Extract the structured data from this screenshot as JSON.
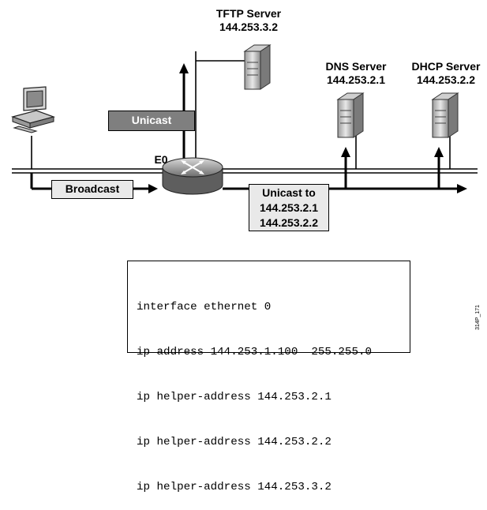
{
  "tftp_server": {
    "name": "TFTP Server",
    "ip": "144.253.3.2"
  },
  "dns_server": {
    "name": "DNS Server",
    "ip": "144.253.2.1"
  },
  "dhcp_server": {
    "name": "DHCP Server",
    "ip": "144.253.2.2"
  },
  "router": {
    "interface_label": "E0"
  },
  "labels": {
    "unicast": "Unicast",
    "broadcast": "Broadcast",
    "unicast_to_title": "Unicast to",
    "unicast_to_ips": [
      "144.253.2.1",
      "144.253.2.2"
    ]
  },
  "config_lines": [
    "interface ethernet 0",
    "ip address 144.253.1.100  255.255.0",
    "ip helper-address 144.253.2.1",
    "ip helper-address 144.253.2.2",
    "ip helper-address 144.253.3.2"
  ],
  "figure_id": "314P_171"
}
